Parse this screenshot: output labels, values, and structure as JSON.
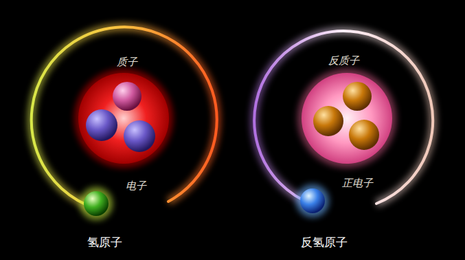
{
  "diagram": {
    "labels": [
      "质子",
      "电子",
      "氢原子",
      "反质子",
      "正电子",
      "反氢原子"
    ]
  }
}
